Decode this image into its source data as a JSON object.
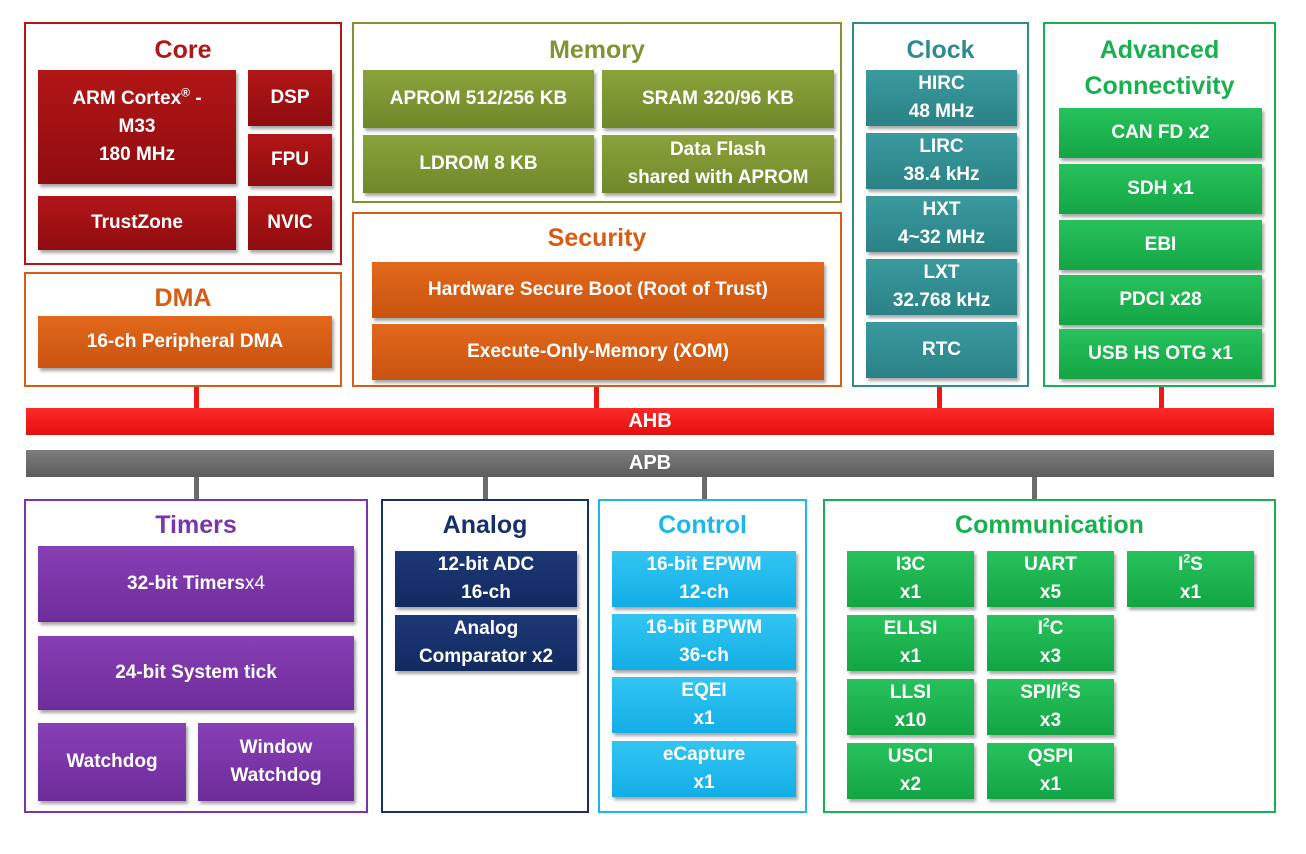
{
  "groups": {
    "core": {
      "title": "Core",
      "cpu_line1": "ARM Cortex",
      "cpu_reg": "®",
      "cpu_line1_end": " -",
      "cpu_line2": "M33",
      "cpu_line3": "180 MHz",
      "dsp": "DSP",
      "fpu": "FPU",
      "nvic": "NVIC",
      "trustzone": "TrustZone"
    },
    "memory": {
      "title": "Memory",
      "aprom": "APROM 512/256 KB",
      "sram": "SRAM 320/96 KB",
      "ldrom": "LDROM 8 KB",
      "dataflash": "Data Flash\nshared with APROM"
    },
    "clock": {
      "title": "Clock",
      "items": [
        "HIRC\n48 MHz",
        "LIRC\n38.4 kHz",
        "HXT\n4~32 MHz",
        "LXT\n32.768 kHz",
        "RTC"
      ]
    },
    "advanced": {
      "title": "Advanced\nConnectivity",
      "items": [
        "CAN FD x2",
        "SDH x1",
        "EBI",
        "PDCI x28",
        "USB HS OTG x1"
      ]
    },
    "dma": {
      "title": "DMA",
      "item": "16-ch Peripheral DMA"
    },
    "security": {
      "title": "Security",
      "items": [
        "Hardware Secure Boot (Root of Trust)",
        "Execute-Only-Memory (XOM)"
      ]
    },
    "timers": {
      "title": "Timers",
      "t32": "32-bit Timers",
      "t32_count": " x4",
      "systick": "24-bit System  tick",
      "watchdog": "Watchdog",
      "window_watchdog": "Window\nWatchdog"
    },
    "analog": {
      "title": "Analog",
      "items": [
        "12-bit ADC\n16-ch",
        "Analog\nComparator x2"
      ]
    },
    "control": {
      "title": "Control",
      "items": [
        "16-bit EPWM\n12-ch",
        "16-bit BPWM\n36-ch",
        "EQEI\nx1",
        "eCapture\nx1"
      ]
    },
    "communication": {
      "title": "Communication",
      "i3c": "I3C\nx1",
      "uart": "UART\nx5",
      "i2s_name": "I",
      "i2s_sup": "2",
      "i2s_tail": "S",
      "i2s_count": "x1",
      "ellsi": "ELLSI\nx1",
      "i2c_name": "I",
      "i2c_sup": "2",
      "i2c_tail": "C",
      "i2c_count": "x3",
      "llsi": "LLSI\nx10",
      "spi_name": "SPI/I",
      "spi_sup": "2",
      "spi_tail": "S",
      "spi_count": "x3",
      "usci": "USCI\nx2",
      "qspi": "QSPI\nx1"
    }
  },
  "buses": {
    "ahb": "AHB",
    "apb": "APB"
  },
  "colors": {
    "core": "#b21617",
    "memory": "#7f9532",
    "security": "#d75c14",
    "clock": "#2e8c90",
    "advanced": "#19b04f",
    "timers": "#7a36a8",
    "analog": "#17306b",
    "control": "#1bb8ec",
    "ahb": "#f21616",
    "apb": "#6b6b6b"
  }
}
